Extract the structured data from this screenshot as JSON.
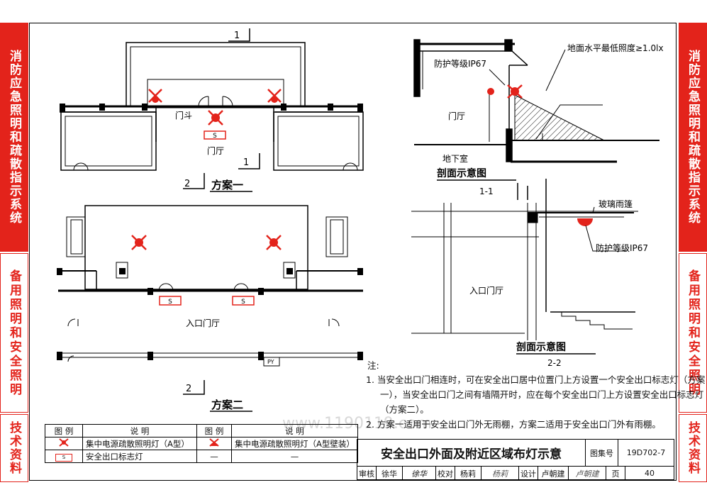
{
  "sidebar_left": {
    "sections": [
      {
        "text": "消防应急照明和疏散指示系统",
        "style": "red"
      },
      {
        "text": "备用照明和安全照明",
        "style": "white"
      },
      {
        "text": "技术资料",
        "style": "white"
      }
    ]
  },
  "sidebar_right": {
    "sections": [
      {
        "text": "消防应急照明和疏散指示系统",
        "style": "red"
      },
      {
        "text": "备用照明和安全照明",
        "style": "white"
      },
      {
        "text": "技术资料",
        "style": "white"
      }
    ]
  },
  "plan1": {
    "section_mark_top": "1",
    "section_mark_bottom": "1",
    "section_mark_left": "2",
    "label_doudou": "门斗",
    "label_hall": "门厅",
    "sign_letter": "S",
    "title": "方案一"
  },
  "plan2": {
    "sign_letter": "S",
    "label_hall": "入口门厅",
    "py_label": "PY",
    "section_mark": "2",
    "title": "方案二"
  },
  "section1": {
    "callout_illuminance": "地面水平最低照度≥1.0lx",
    "callout_ip": "防护等级IP67",
    "label_hall": "门厅",
    "label_basement": "地下室",
    "title": "剖面示意图",
    "subtitle": "1-1"
  },
  "section2": {
    "callout_canopy": "玻璃雨篷",
    "callout_ip": "防护等级IP67",
    "label_hall": "入口门厅",
    "title": "剖面示意图",
    "subtitle": "2-2"
  },
  "notes": {
    "heading": "注:",
    "items": [
      "1. 当安全出口门相连时，可在安全出口居中位置门上方设置一个安全出口标志灯（方案",
      "一），当安全出口门之间有墙隔开时，应在每个安全出口门上方设置安全出口标志灯",
      "（方案二）。",
      "2. 方案一适用于安全出口门外无雨棚，方案二适用于安全出口门外有雨棚。"
    ]
  },
  "watermark": "www.1190119.com",
  "legend": {
    "headers": [
      "图 例",
      "说 明",
      "图 例",
      "说 明"
    ],
    "rows": [
      {
        "desc1": "集中电源疏散照明灯（A型）",
        "desc2": "集中电源疏散照明灯（A型壁装）"
      },
      {
        "desc1": "安全出口标志灯",
        "sym2": "—",
        "desc2": "—"
      }
    ],
    "sign_letter": "S"
  },
  "title_block": {
    "title": "安全出口外面及附近区域布灯示意",
    "atlas_label": "图集号",
    "atlas_no": "19D702-7",
    "row": [
      "审核",
      "徐华",
      "校对",
      "杨莉",
      "设计",
      "卢朝建",
      "页",
      "40"
    ],
    "signatures": [
      "徐华",
      "杨莉",
      "卢朝建"
    ]
  },
  "colors": {
    "accent": "#e3231b",
    "line": "#000000"
  }
}
